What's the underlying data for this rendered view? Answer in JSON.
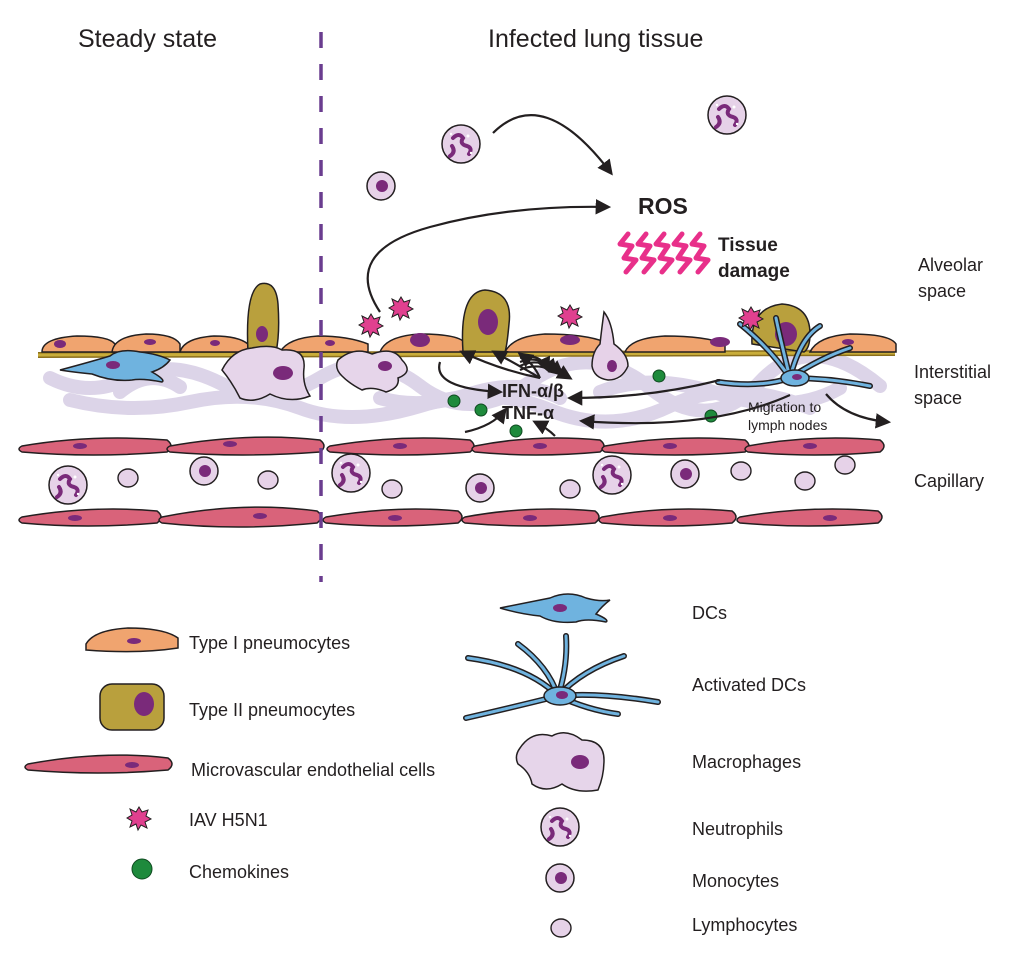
{
  "headers": {
    "steady": "Steady state",
    "infected": "Infected lung tissue"
  },
  "zones": {
    "alveolar_1": "Alveolar",
    "alveolar_2": "space",
    "interstitial_1": "Interstitial",
    "interstitial_2": "space",
    "capillary": "Capillary"
  },
  "annotations": {
    "ros": "ROS",
    "tissue_1": "Tissue",
    "tissue_2": "damage",
    "ifn": "IFN-α/β",
    "tnf": "TNF-α",
    "migration_1": "Migration to",
    "migration_2": "lymph nodes"
  },
  "legend_left": [
    "Type I pneumocytes",
    "Type II pneumocytes",
    "Microvascular endothelial cells",
    "IAV H5N1",
    "Chemokines"
  ],
  "legend_right": [
    "DCs",
    "Activated DCs",
    "Macrophages",
    "Neutrophils",
    "Monocytes",
    "Lymphocytes"
  ],
  "colors": {
    "type1": "#f0a46f",
    "type2": "#b9a03d",
    "endothelial": "#d9637a",
    "virus": "#e0408f",
    "chemokine": "#1e8a3c",
    "dc": "#6fb3df",
    "macrophage": "#e6d5ea",
    "nucleus": "#7a2a7a",
    "divider": "#6a3d8f",
    "damage": "#e8308a"
  }
}
